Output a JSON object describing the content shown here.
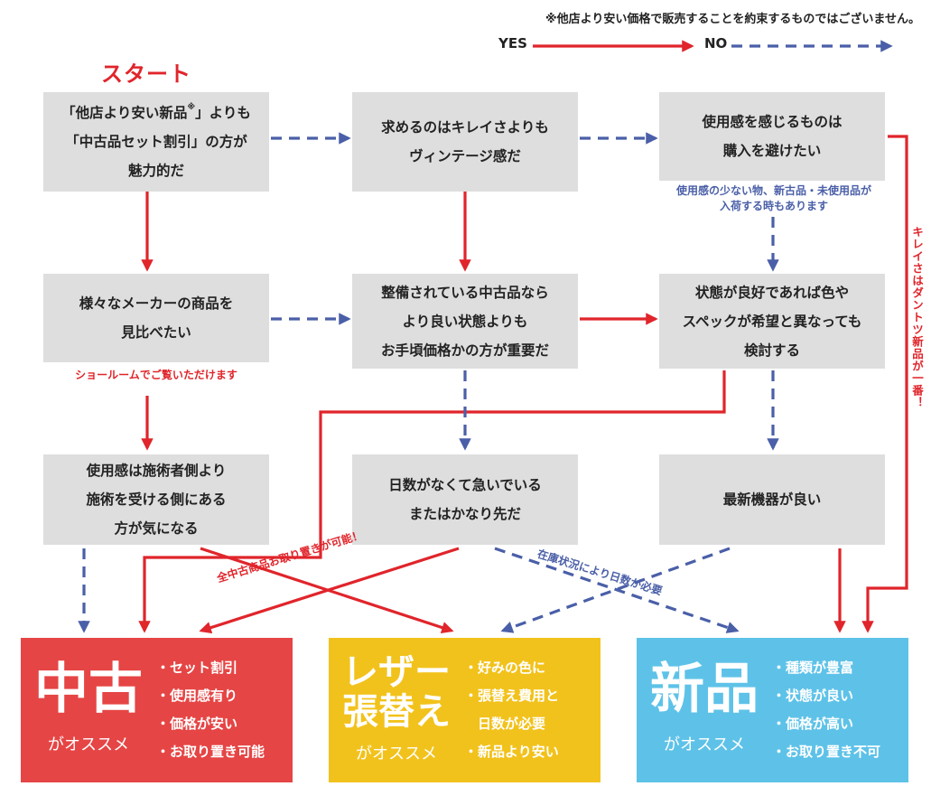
{
  "header": {
    "note": "※他店より安い価格で販売することを約束するものではございません。",
    "legend_yes": "YES",
    "legend_no": "NO",
    "start": "スタート"
  },
  "colors": {
    "yes": "#e0252b",
    "no": "#4a5fa8",
    "used": "#e64545",
    "leather": "#f2c21c",
    "new": "#5ec2e8",
    "box": "#dedede"
  },
  "questions": {
    "q1": [
      "「他店より安い新品",
      "「中古品セット割引」の方が",
      "魅力的だ"
    ],
    "q1_sup": "※",
    "q1_tail": "」よりも",
    "q2": [
      "求めるのはキレイさよりも",
      "ヴィンテージ感だ"
    ],
    "q3": [
      "使用感を感じるものは",
      "購入を避けたい"
    ],
    "q4": [
      "様々なメーカーの商品を",
      "見比べたい"
    ],
    "q5": [
      "整備されている中古品なら",
      "より良い状態よりも",
      "お手頃価格かの方が重要だ"
    ],
    "q6": [
      "状態が良好であれば色や",
      "スペックが希望と異なっても",
      "検討する"
    ],
    "q7": [
      "使用感は施術者側より",
      "施術を受ける側にある",
      "方が気になる"
    ],
    "q8": [
      "日数がなくて急いでいる",
      "またはかなり先だ"
    ],
    "q9": [
      "最新機器が良い"
    ]
  },
  "notes": {
    "q3_note": [
      "使用感の少ない物、新古品・未使用品が",
      "入荷する時もあります"
    ],
    "q4_note": "ショールームでご覧いただけます",
    "diag_red": "全中古商品お取り置きが可能！",
    "diag_blue": "在庫状況により日数が必要",
    "side_red": "キレイさはダントツ新品が一番！"
  },
  "results": {
    "used": {
      "title": "中古",
      "sub": "がオススメ",
      "items": [
        "・セット割引",
        "・使用感有り",
        "・価格が安い",
        "・お取り置き可能"
      ]
    },
    "leather": {
      "title1": "レザー",
      "title2": "張替え",
      "sub": "がオススメ",
      "items": [
        "・好みの色に",
        "・張替え費用と",
        "　日数が必要",
        "・新品より安い"
      ]
    },
    "new": {
      "title": "新品",
      "sub": "がオススメ",
      "items": [
        "・種類が豊富",
        "・状態が良い",
        "・価格が高い",
        "・お取り置き不可"
      ]
    }
  }
}
